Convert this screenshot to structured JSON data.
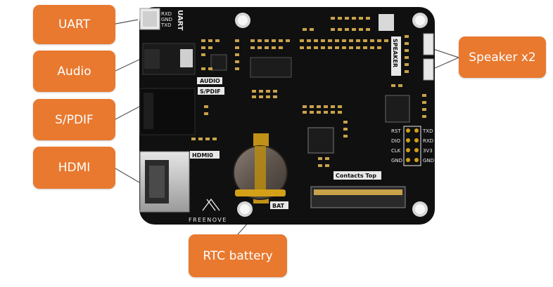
{
  "callouts": {
    "uart": "UART",
    "audio": "Audio",
    "spdif": "S/PDIF",
    "hdmi": "HDMI",
    "speaker": "Speaker x2",
    "rtc": "RTC battery"
  },
  "board": {
    "uart_label": "UART",
    "uart_pins": [
      "RXD",
      "GND",
      "TXD"
    ],
    "audio_label": "AUDIO",
    "spdif_label": "S/PDIF",
    "hdmi_label": "HDMI0",
    "speaker_label": "SPEAKER",
    "contacts_label": "Contacts Top",
    "bat_label": "BAT",
    "brand": "FREENOVE",
    "debug_left": [
      "RST",
      "DIO",
      "CLK",
      "GND"
    ],
    "debug_right": [
      "TXD",
      "RXD",
      "3V3",
      "GND"
    ]
  },
  "colors": {
    "callout": "#e8792f",
    "pcb": "#101010",
    "silk_white": "#e8e8e8",
    "gold": "#d4a017"
  }
}
